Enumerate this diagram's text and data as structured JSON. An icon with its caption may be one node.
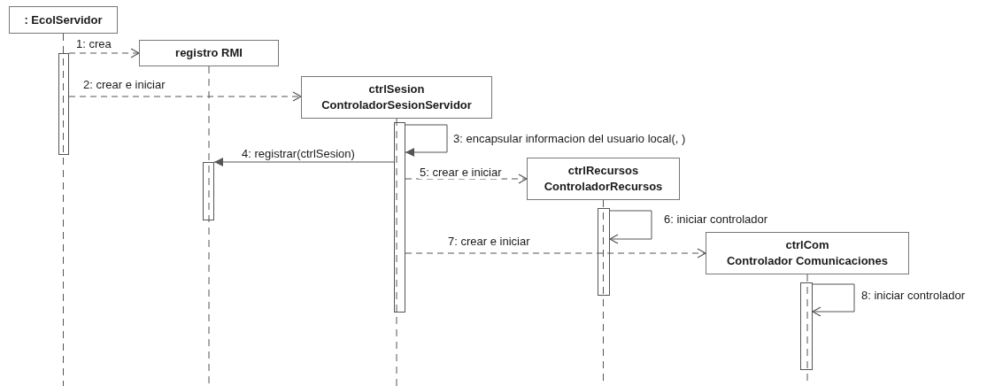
{
  "diagram": {
    "nodes": [
      {
        "text": [
          ": EcolServidor"
        ]
      },
      {
        "text": [
          "registro RMI"
        ]
      },
      {
        "text": [
          "ctrlSesion",
          "ControladorSesionServidor"
        ]
      },
      {
        "text": [
          "ctrlRecursos",
          "ControladorRecursos"
        ]
      },
      {
        "text": [
          "ctrlCom",
          "Controlador Comunicaciones"
        ]
      },
      {
        "text": [],
        "shape": "bar"
      },
      {
        "text": [],
        "shape": "bar"
      },
      {
        "text": [],
        "shape": "bar"
      },
      {
        "text": [],
        "shape": "bar"
      },
      {
        "text": [],
        "shape": "bar"
      }
    ],
    "edges": [
      {
        "from": 5,
        "to": 1,
        "arrow": "to",
        "label": "1: crea",
        "style": "dashed"
      },
      {
        "from": 5,
        "to": 2,
        "arrow": "to",
        "label": "2: crear e iniciar",
        "style": "dashed"
      },
      {
        "from": 7,
        "to": 7,
        "arrow": "to",
        "label": "3: encapsular informacion del usuario local(, )"
      },
      {
        "from": 7,
        "to": 6,
        "arrow": "to",
        "label": "4: registrar(ctrlSesion)"
      },
      {
        "from": 7,
        "to": 3,
        "arrow": "to",
        "label": "5: crear e iniciar",
        "style": "dashed"
      },
      {
        "from": 8,
        "to": 8,
        "arrow": "to",
        "label": "6: iniciar controlador"
      },
      {
        "from": 7,
        "to": 4,
        "arrow": "to",
        "label": "7: crear e iniciar",
        "style": "dashed"
      },
      {
        "from": 9,
        "to": 9,
        "arrow": "to",
        "label": "8: iniciar controlador"
      }
    ]
  }
}
